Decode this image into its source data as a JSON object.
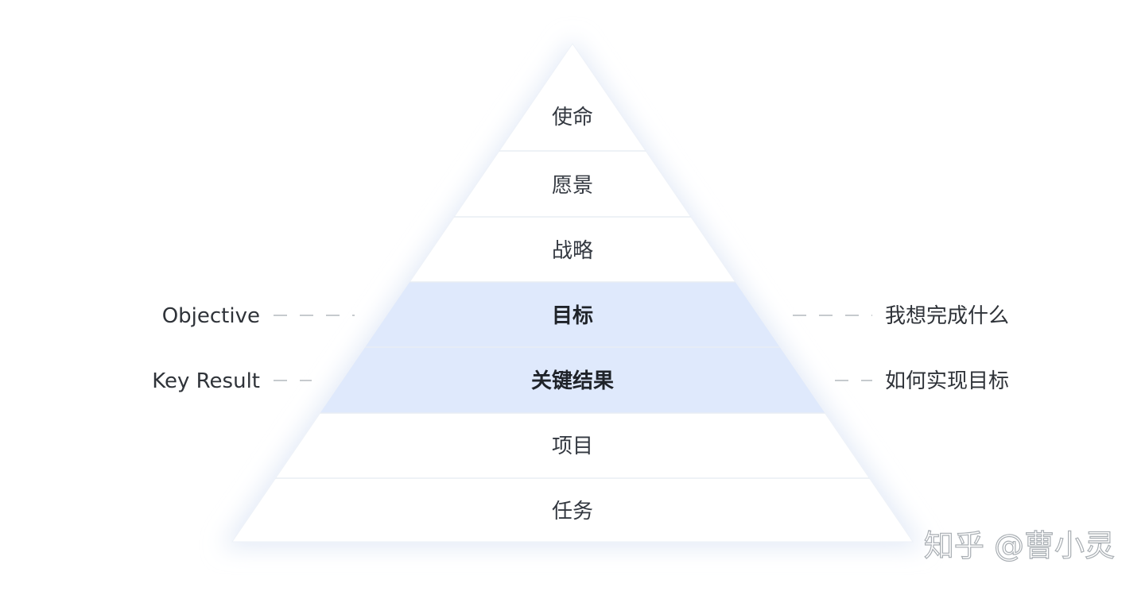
{
  "pyramid": {
    "layers": [
      {
        "label": "使命",
        "highlight": false
      },
      {
        "label": "愿景",
        "highlight": false
      },
      {
        "label": "战略",
        "highlight": false
      },
      {
        "label": "目标",
        "highlight": true
      },
      {
        "label": "关键结果",
        "highlight": true
      },
      {
        "label": "项目",
        "highlight": false
      },
      {
        "label": "任务",
        "highlight": false
      }
    ]
  },
  "annotations": {
    "objective": {
      "left": "Objective",
      "right": "我想完成什么"
    },
    "key_result": {
      "left": "Key Result",
      "right": "如何实现目标"
    }
  },
  "watermark": "知乎 @曹小灵",
  "colors": {
    "highlight_fill": "#dfe9fc",
    "normal_fill": "#ffffff",
    "separator": "#e8edf4"
  }
}
